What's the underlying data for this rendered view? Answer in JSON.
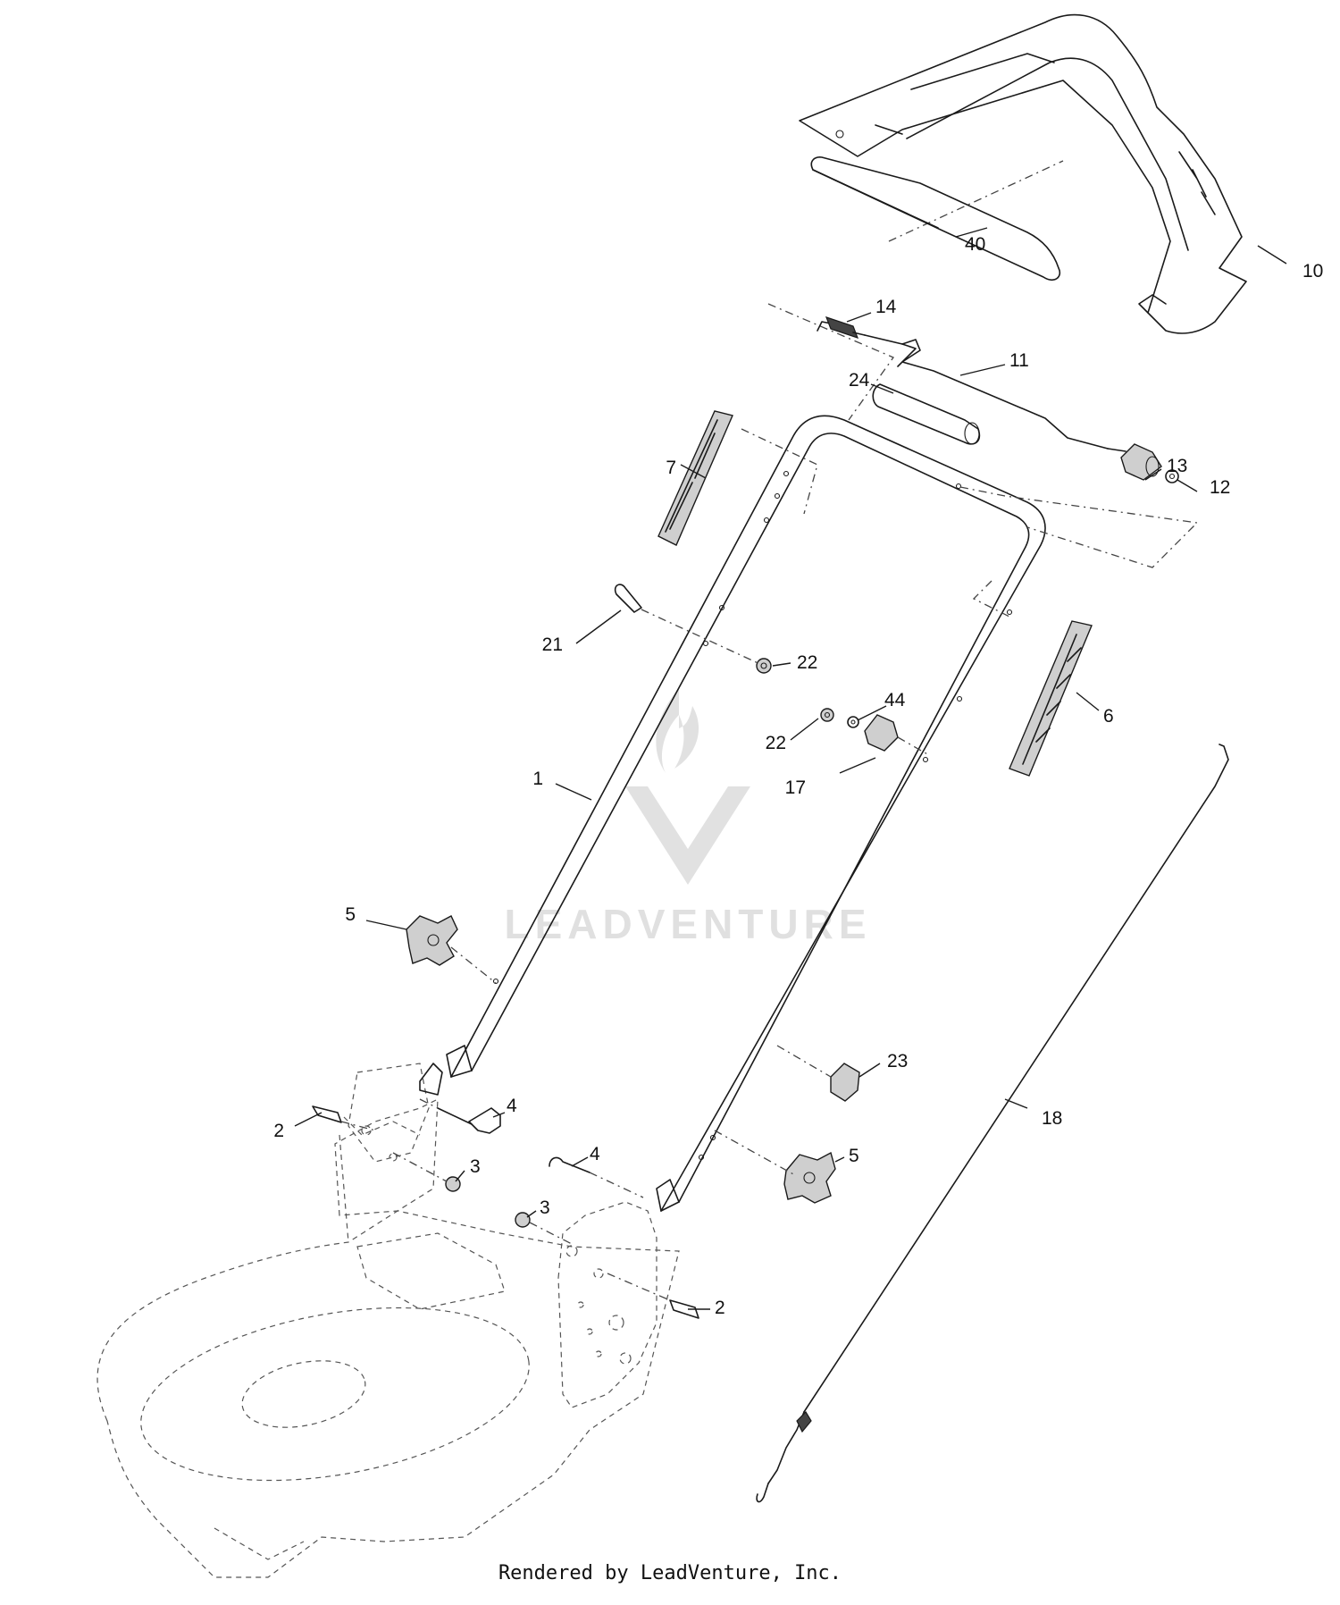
{
  "callouts": [
    "1",
    "2",
    "2",
    "3",
    "3",
    "4",
    "4",
    "5",
    "5",
    "6",
    "7",
    "10",
    "11",
    "12",
    "13",
    "14",
    "17",
    "18",
    "21",
    "22",
    "22",
    "23",
    "24",
    "40",
    "44"
  ],
  "watermark": "LEADVENTURE",
  "footer": "Rendered by LeadVenture, Inc."
}
